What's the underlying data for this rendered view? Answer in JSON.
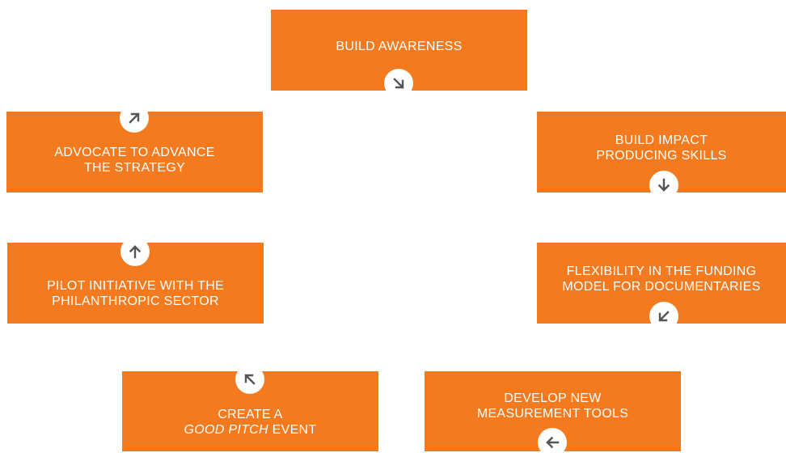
{
  "colors": {
    "box_fill": "#f47a1f",
    "text": "#ffffff",
    "badge_fill": "#ffffff",
    "arrow": "#555555"
  },
  "steps": [
    {
      "lines": [
        "BUILD AWARENESS"
      ],
      "arrow_icon": "arrow-down-right-icon"
    },
    {
      "lines": [
        "BUILD IMPACT",
        "PRODUCING SKILLS"
      ],
      "arrow_icon": "arrow-down-icon"
    },
    {
      "lines": [
        "FLEXIBILITY IN THE FUNDING",
        "MODEL FOR DOCUMENTARIES"
      ],
      "arrow_icon": "arrow-down-left-icon"
    },
    {
      "lines": [
        "DEVELOP NEW",
        "MEASUREMENT TOOLS"
      ],
      "arrow_icon": "arrow-left-icon"
    },
    {
      "lines_top": "CREATE A",
      "line2_italic": "GOOD PITCH",
      "line2_plain": " EVENT",
      "arrow_icon": "arrow-up-left-icon"
    },
    {
      "lines": [
        "PILOT INITIATIVE WITH THE",
        "PHILANTHROPIC SECTOR"
      ],
      "arrow_icon": "arrow-up-icon"
    },
    {
      "lines": [
        "ADVOCATE TO ADVANCE",
        "THE STRATEGY"
      ],
      "arrow_icon": "arrow-up-right-icon"
    }
  ]
}
